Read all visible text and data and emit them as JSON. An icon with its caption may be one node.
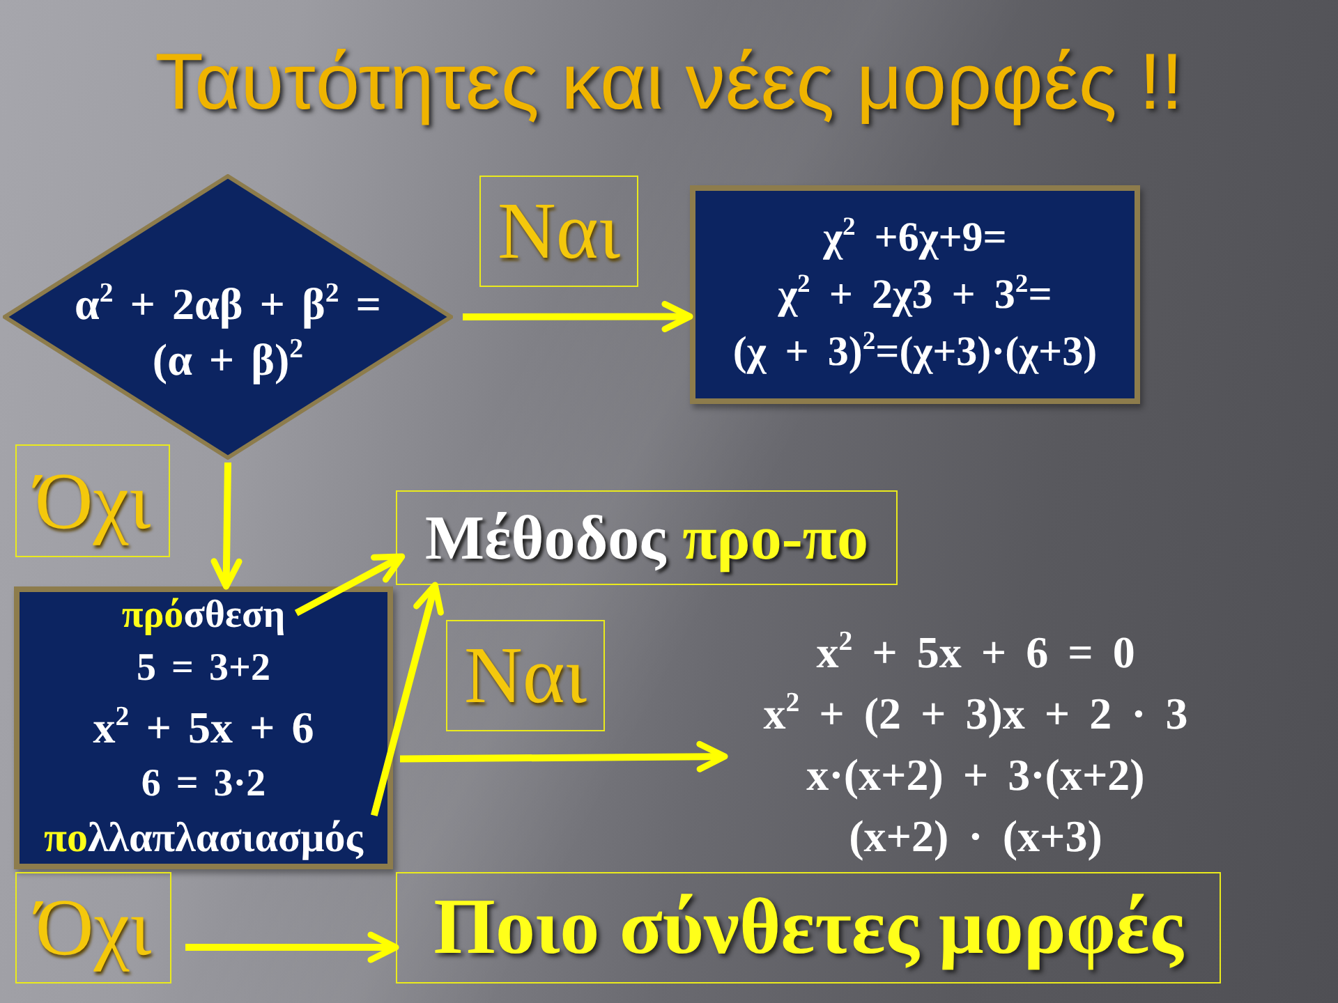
{
  "diagram": {
    "title": "Ταυτότητες και νέες μορφές !!",
    "nodes": [
      {
        "text": [
          "α$^{2}$ + 2αβ + β$^{2}$ = (α + β)$^{2}$"
        ]
      },
      {
        "text": [
          "Ναι"
        ]
      },
      {
        "text": [
          "χ$^{2}$ +6χ+9=",
          "χ$^{2}$ + 2χ3 + 3$^{2}$=",
          "(χ + 3)$^{2}$=(χ+3)·(χ+3)"
        ]
      },
      {
        "text": [
          "Όχι"
        ]
      },
      {
        "text": [
          "Μέθοδος",
          "προ-πο"
        ]
      },
      {
        "text": [
          "πρόσθεση",
          "5 = 3+2",
          "x$^{2}$ + 5x + 6",
          "6 = 3·2",
          "πολλαπλασιασμός"
        ]
      },
      {
        "text": [
          "Ναι"
        ]
      },
      {
        "text": [
          "x$^{2}$ + 5x + 6 = 0",
          "x$^{2}$ + (2 + 3)x + 2 · 3",
          "x·(x+2) + 3·(x+2)",
          "(x+2) · (x+3)"
        ]
      },
      {
        "text": [
          "Όχι"
        ]
      },
      {
        "text": [
          "Ποιο σύνθετες μορφές"
        ]
      }
    ],
    "edges": [
      {
        "from": 0,
        "to": 2,
        "arrow": "to"
      },
      {
        "from": 0,
        "to": 5,
        "arrow": "to"
      },
      {
        "from": 5,
        "to": 4,
        "arrow": "to"
      },
      {
        "from": 5,
        "to": 4,
        "arrow": "to"
      },
      {
        "from": 5,
        "to": 7,
        "arrow": "to"
      },
      {
        "from": 8,
        "to": 9,
        "arrow": "to"
      }
    ]
  }
}
